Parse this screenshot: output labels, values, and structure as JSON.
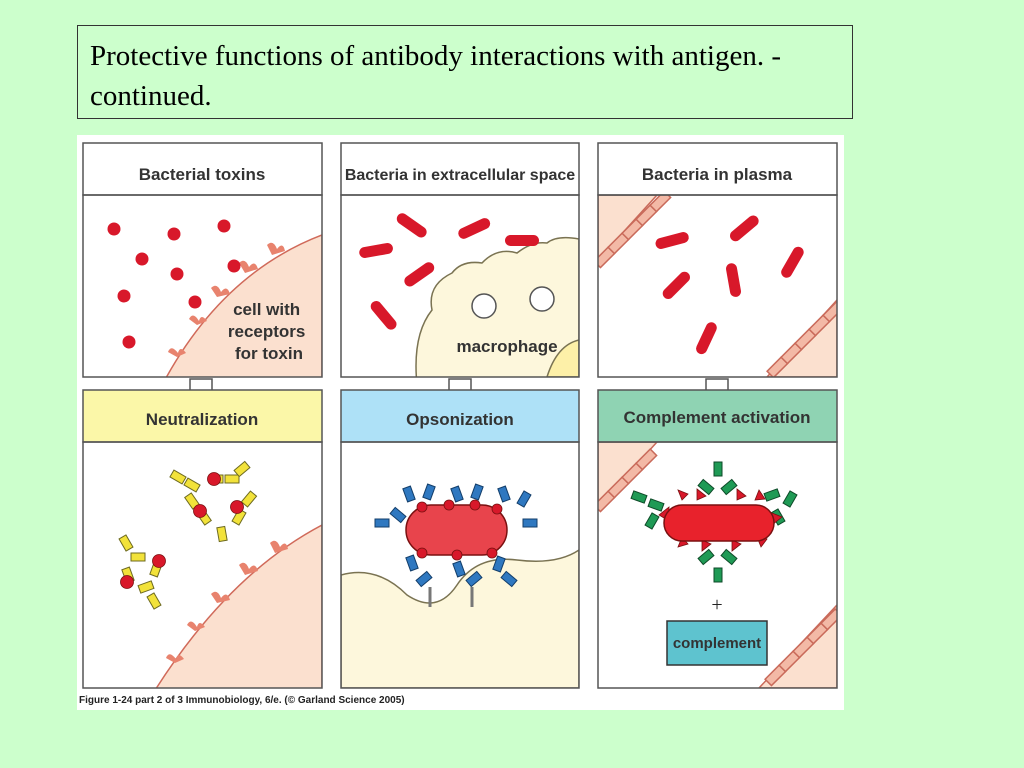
{
  "slide": {
    "title": "Protective functions of antibody interactions with antigen. -continued."
  },
  "figure": {
    "columns": [
      {
        "top_title": "Bacterial toxins",
        "cell_label": [
          "cell with",
          "receptors",
          "for toxin"
        ],
        "bottom_title": "Neutralization",
        "bottom_color": "#fbf7a8"
      },
      {
        "top_title": "Bacteria in extracellular space",
        "cell_label": [
          "macrophage"
        ],
        "bottom_title": "Opsonization",
        "bottom_color": "#aee1f7"
      },
      {
        "top_title": "Bacteria in plasma",
        "bottom_title": "Complement activation",
        "bottom_color": "#8fd3b3",
        "plus": "+",
        "complement_label": "complement"
      }
    ],
    "caption": "Figure 1-24 part 2 of 3  Immunobiology, 6/e. (© Garland Science 2005)"
  },
  "colors": {
    "bacteria": "#d8182a",
    "cell": "#fbe0cf",
    "antibody_yellow": "#f2e23a",
    "antibody_blue": "#2f78c0",
    "antibody_green": "#1f9a55",
    "complement_box": "#5ec3cf"
  }
}
